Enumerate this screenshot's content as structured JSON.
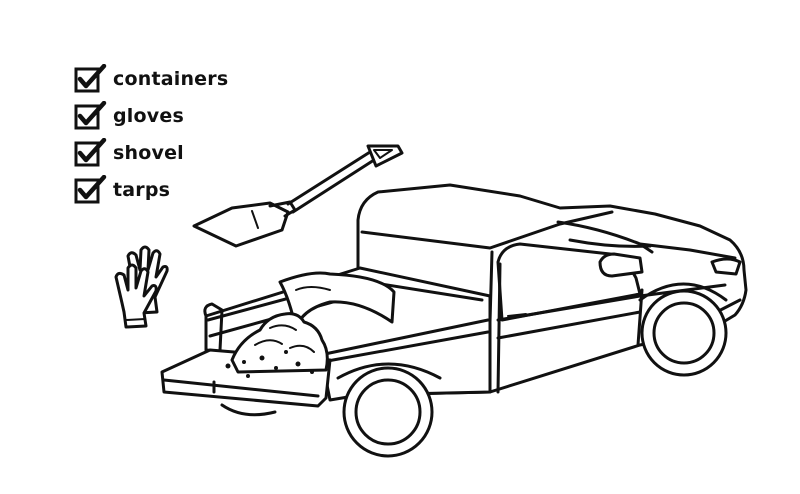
{
  "checklist": {
    "items": [
      {
        "label": "containers",
        "checked": true
      },
      {
        "label": "gloves",
        "checked": true
      },
      {
        "label": "shovel",
        "checked": true
      },
      {
        "label": "tarps",
        "checked": true
      }
    ]
  },
  "icons": {
    "checkbox": "checkbox-checked-icon",
    "shovel": "shovel-icon",
    "gloves": "gloves-icon",
    "truck": "pickup-truck-icon",
    "tarp": "tarp-icon",
    "debris": "debris-pile-icon"
  },
  "colors": {
    "ink": "#111111",
    "background": "#ffffff"
  }
}
